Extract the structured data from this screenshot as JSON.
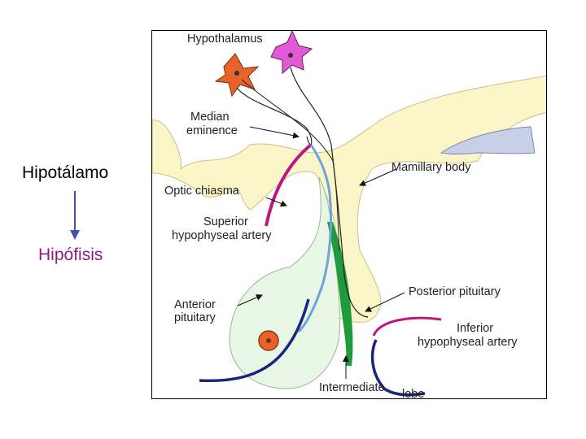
{
  "side_labels": {
    "hypothalamus_es": "Hipotálamo",
    "pituitary_es": "Hipófisis"
  },
  "figure_labels": {
    "hypothalamus": "Hypothalamus",
    "median_eminence_1": "Median",
    "median_eminence_2": "eminence",
    "mamillary_body": "Mamillary body",
    "optic_chiasma": "Optic chiasma",
    "superior_artery_1": "Superior",
    "superior_artery_2": "hypophyseal artery",
    "anterior_pituitary_1": "Anterior",
    "anterior_pituitary_2": "pituitary",
    "posterior_pituitary": "Posterior pituitary",
    "inferior_artery_1": "Inferior",
    "inferior_artery_2": "hypophyseal artery",
    "intermediate_lobe_1": "Intermediate",
    "intermediate_lobe_2": "lobe"
  },
  "colors": {
    "posterior_tissue": "#fbf6c8",
    "anterior_tissue": "#e8f6e6",
    "intermediate_lobe": "#1f9b3c",
    "artery_magenta": "#c0157f",
    "portal_blue": "#6fa3d8",
    "vein_navy": "#1a237e",
    "neuron_orange": "#e8632a",
    "neuron_pink": "#e15bd6",
    "arrow_color": "#3f51b5"
  }
}
